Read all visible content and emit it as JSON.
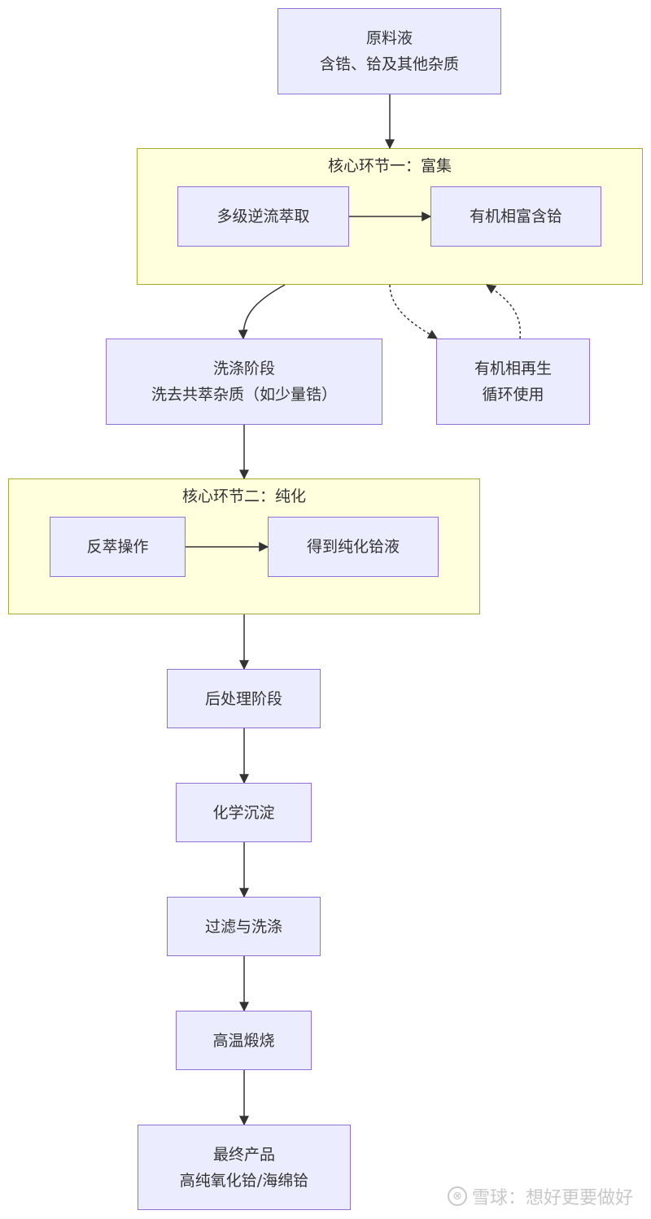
{
  "diagram": {
    "type": "flowchart",
    "clusters": [
      {
        "id": "enrich",
        "title": "核心环节一：富集"
      },
      {
        "id": "purify",
        "title": "核心环节二：纯化"
      }
    ],
    "nodes": {
      "raw": {
        "line1": "原料液",
        "line2": "含锆、铪及其他杂质"
      },
      "extract": {
        "line1": "多级逆流萃取"
      },
      "organic": {
        "line1": "有机相富含铪"
      },
      "wash": {
        "line1": "洗涤阶段",
        "line2": "洗去共萃杂质（如少量锆）"
      },
      "regen": {
        "line1": "有机相再生",
        "line2": "循环使用"
      },
      "strip": {
        "line1": "反萃操作"
      },
      "pure": {
        "line1": "得到纯化铪液"
      },
      "post": {
        "line1": "后处理阶段"
      },
      "precip": {
        "line1": "化学沉淀"
      },
      "filter": {
        "line1": "过滤与洗涤"
      },
      "calcine": {
        "line1": "高温煅烧"
      },
      "final": {
        "line1": "最终产品",
        "line2": "高纯氧化铪/海绵铪"
      }
    },
    "edges": [
      {
        "from": "raw",
        "to": "enrich",
        "style": "solid"
      },
      {
        "from": "extract",
        "to": "organic",
        "style": "solid"
      },
      {
        "from": "enrich",
        "to": "wash",
        "style": "solid"
      },
      {
        "from": "enrich",
        "to": "regen",
        "style": "dotted"
      },
      {
        "from": "regen",
        "to": "enrich",
        "style": "dotted"
      },
      {
        "from": "wash",
        "to": "purify",
        "style": "solid"
      },
      {
        "from": "strip",
        "to": "pure",
        "style": "solid"
      },
      {
        "from": "purify",
        "to": "post",
        "style": "solid"
      },
      {
        "from": "post",
        "to": "precip",
        "style": "solid"
      },
      {
        "from": "precip",
        "to": "filter",
        "style": "solid"
      },
      {
        "from": "filter",
        "to": "calcine",
        "style": "solid"
      },
      {
        "from": "calcine",
        "to": "final",
        "style": "solid"
      }
    ],
    "colors": {
      "node_fill": "#ececff",
      "node_border": "#9370db",
      "cluster_fill": "#ffffde",
      "cluster_border": "#aaaa33",
      "edge": "#333333"
    }
  },
  "watermark": {
    "logo": "⊗",
    "text": "雪球：想好更要做好"
  }
}
